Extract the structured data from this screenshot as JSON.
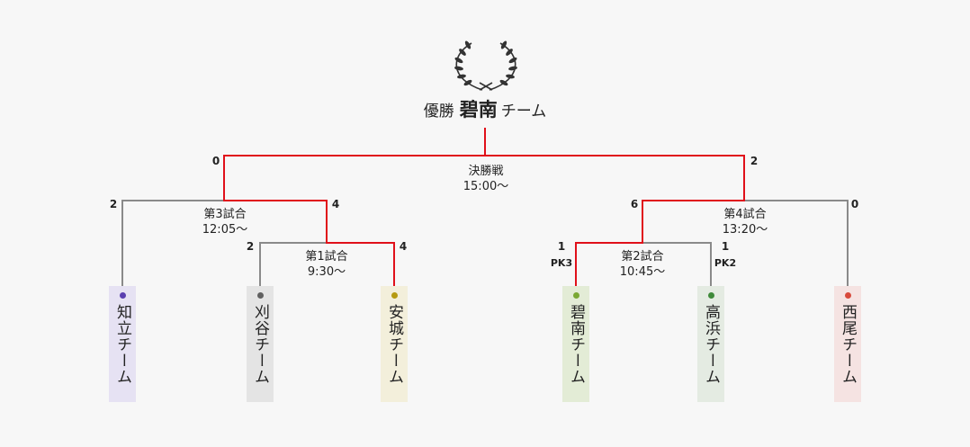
{
  "champion": {
    "prefix": "優勝",
    "name": "碧南",
    "suffix": "チーム"
  },
  "matches": {
    "final": {
      "label": "決勝戦",
      "time": "15:00〜"
    },
    "m1": {
      "label": "第1試合",
      "time": "9:30〜"
    },
    "m2": {
      "label": "第2試合",
      "time": "10:45〜"
    },
    "m3": {
      "label": "第3試合",
      "time": "12:05〜"
    },
    "m4": {
      "label": "第4試合",
      "time": "13:20〜"
    }
  },
  "scores": {
    "final_left": "0",
    "final_right": "2",
    "m3_left": "2",
    "m3_right": "4",
    "m1_left": "2",
    "m1_right": "4",
    "m2_left": "1",
    "m2_right": "1",
    "m2_left_pk": "PK3",
    "m2_right_pk": "PK2",
    "m4_left": "6",
    "m4_right": "0"
  },
  "teams": [
    {
      "name": "知立チーム",
      "dot": "#5a3fb0",
      "bg": "#e6e2f3"
    },
    {
      "name": "刈谷チーム",
      "dot": "#606060",
      "bg": "#e4e4e4"
    },
    {
      "name": "安城チーム",
      "dot": "#b59a12",
      "bg": "#f3efdb"
    },
    {
      "name": "碧南チーム",
      "dot": "#7aa834",
      "bg": "#e3ecd6"
    },
    {
      "name": "高浜チーム",
      "dot": "#3f8a3a",
      "bg": "#e4ebe2"
    },
    {
      "name": "西尾チーム",
      "dot": "#d84a3c",
      "bg": "#f5e3e2"
    }
  ],
  "colors": {
    "win_line": "#e0101a",
    "lose_line": "#8a8a8a"
  }
}
